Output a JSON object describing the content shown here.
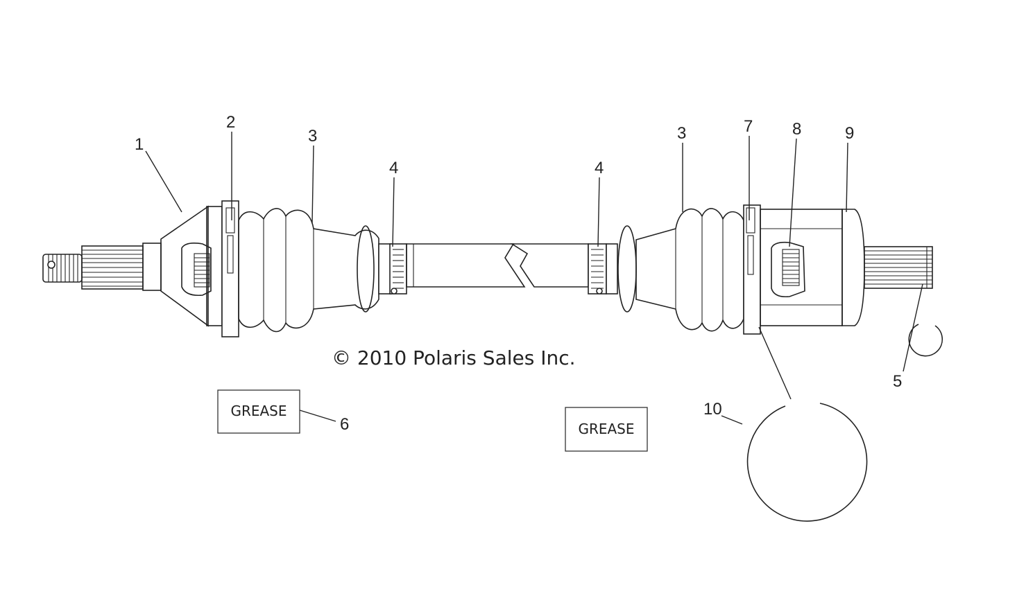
{
  "diagram": {
    "copyright": "© 2010 Polaris Sales Inc.",
    "callouts": {
      "c1": "1",
      "c2": "2",
      "c3_left": "3",
      "c4_left": "4",
      "c4_right": "4",
      "c3_right": "3",
      "c7": "7",
      "c8": "8",
      "c9": "9",
      "c5": "5",
      "c6": "6",
      "c10": "10"
    },
    "grease_left": "GREASE",
    "grease_right": "GREASE"
  }
}
